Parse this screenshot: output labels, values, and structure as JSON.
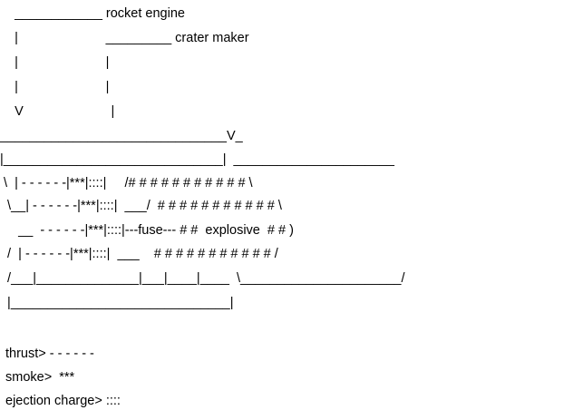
{
  "diagram": {
    "lines": [
      "    ____________ rocket engine",
      "    |                        _________ crater maker",
      "    |                        |",
      "    |                        |",
      "    V                        |",
      "_______________________________V_",
      "|______________________________|  ______________________",
      " \\  | - - - - - -|***|::::|     /# # # # # # # # # # # \\",
      "  \\__| - - - - - -|***|::::|  ___/  # # # # # # # # # # # \\",
      "     __  - - - - - -|***|::::|---fuse--- # #  explosive  # # )",
      "  /  | - - - - - -|***|::::|  ___    # # # # # # # # # # # /",
      "  /___|______________|___|____|____  \\______________________/",
      "  |______________________________|"
    ]
  },
  "legend": {
    "thrust": "thrust> - - - - - -",
    "smoke": "smoke>  ***",
    "ejection": "ejection charge> ::::"
  }
}
